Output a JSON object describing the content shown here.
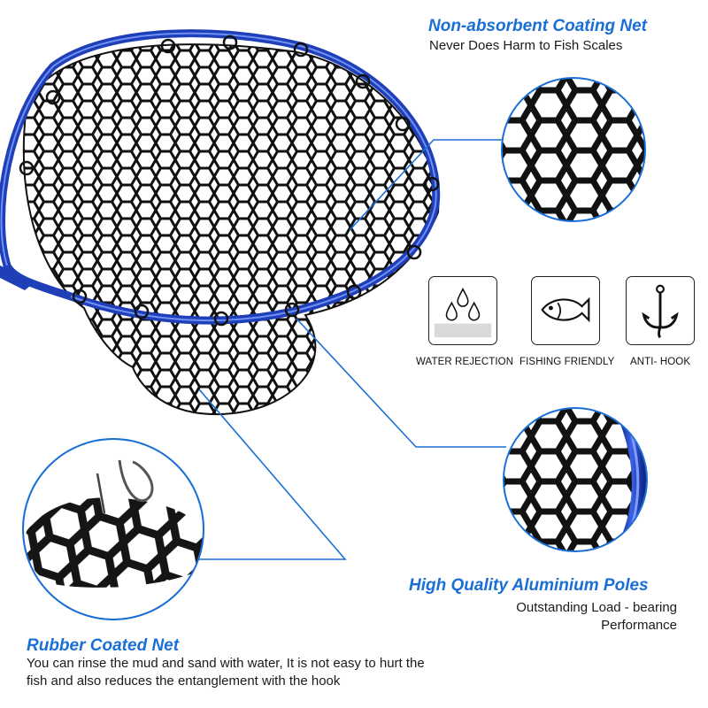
{
  "callouts": {
    "top": {
      "title": "Non-absorbent Coating Net",
      "subtitle": "Never Does Harm to Fish Scales"
    },
    "right": {
      "title": "High Quality Aluminium Poles",
      "line1": "Outstanding Load - bearing",
      "line2": "Performance"
    },
    "bottom": {
      "title": "Rubber Coated Net",
      "line1": "You can rinse the mud and sand with water, It is not easy to hurt the",
      "line2": "fish and also reduces the entanglement with the hook"
    }
  },
  "features": [
    {
      "label": "WATER REJECTION",
      "icon": "water-drops-icon"
    },
    {
      "label": "FISHING FRIENDLY",
      "icon": "fish-icon"
    },
    {
      "label": "ANTI- HOOK",
      "icon": "hook-icon"
    }
  ],
  "colors": {
    "accent": "#1a6fd6",
    "frame": "#1f3fb8",
    "net": "#111111"
  }
}
